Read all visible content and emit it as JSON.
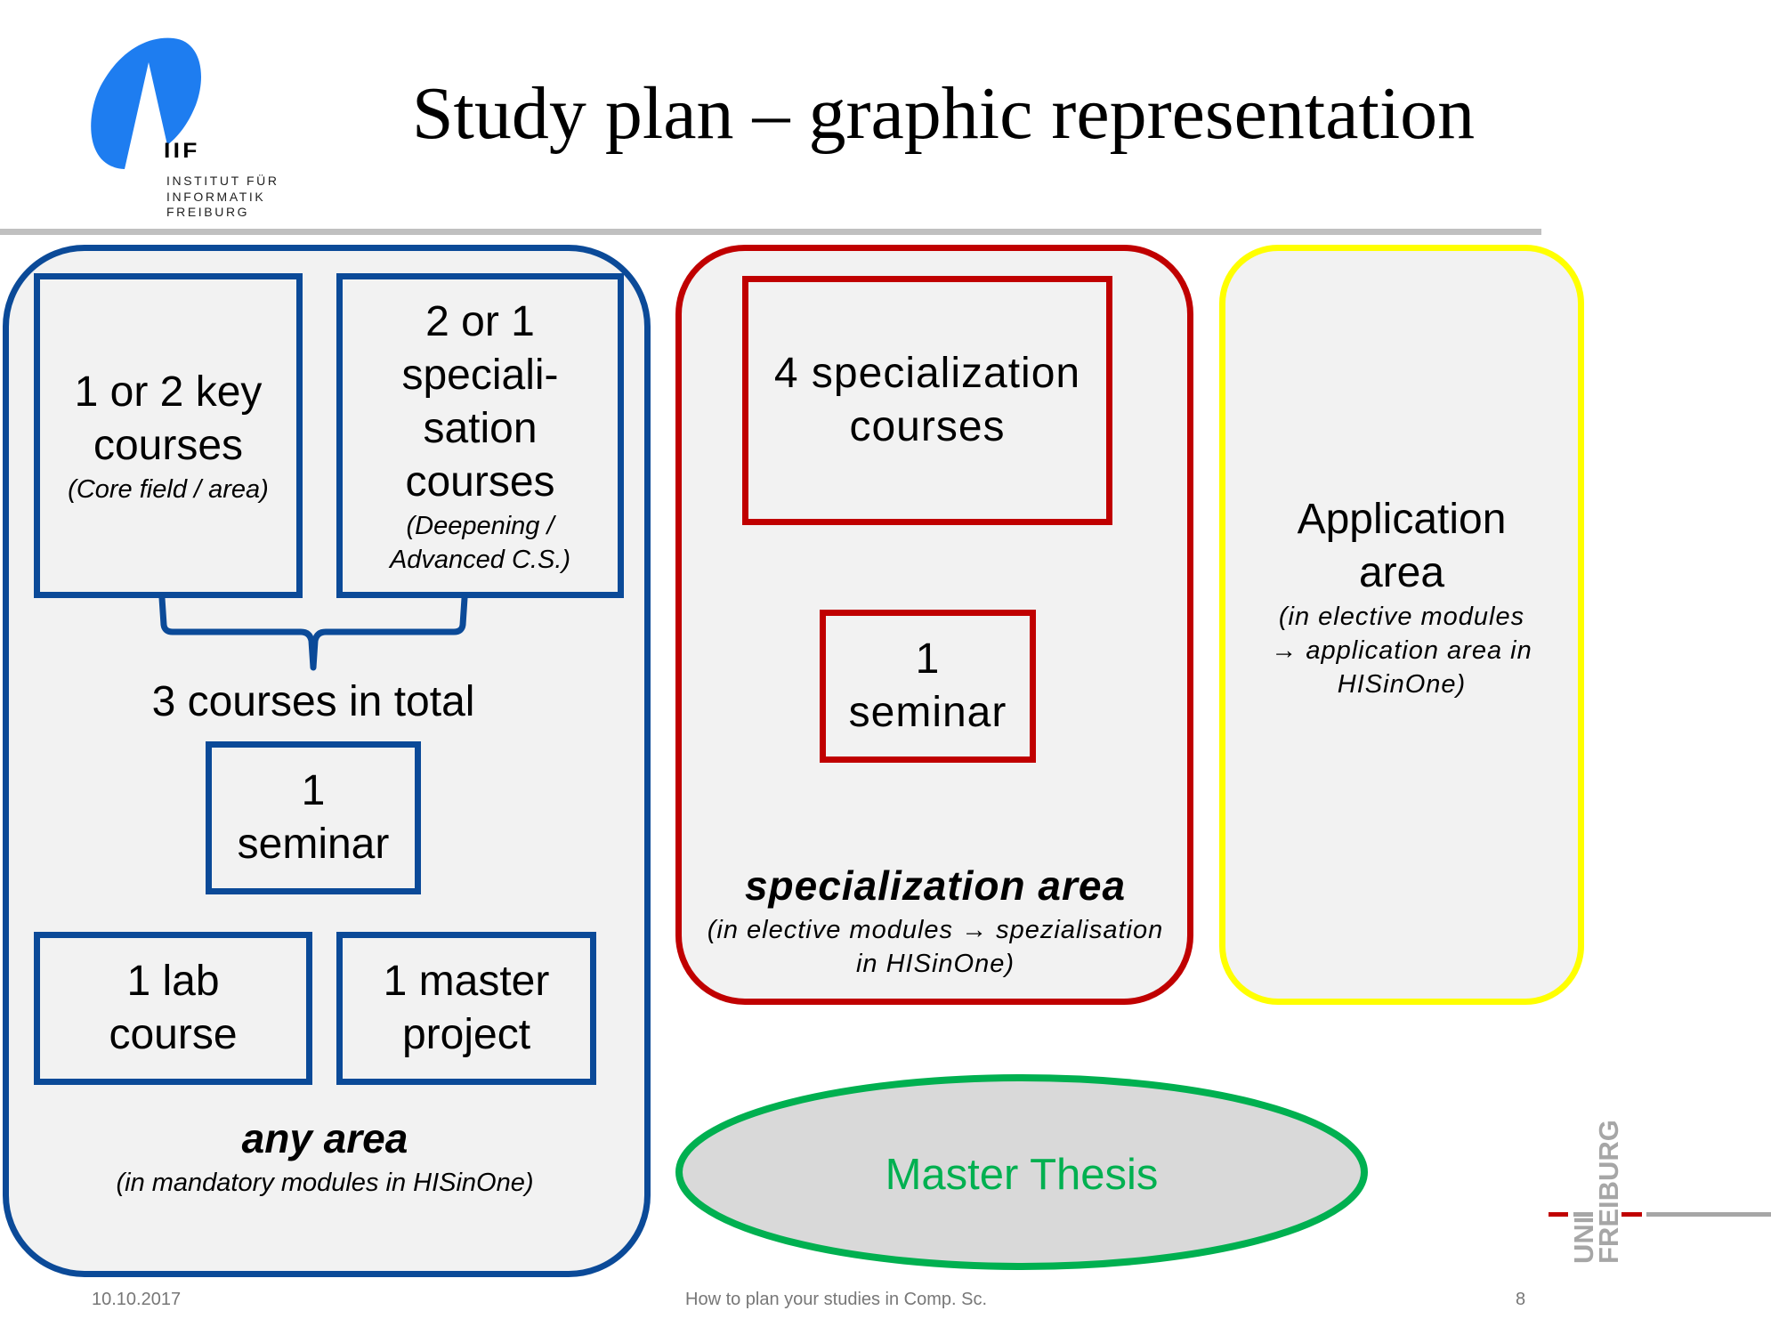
{
  "header": {
    "logo": {
      "icon": "iif-logo-icon",
      "abbr": "IIF",
      "lines": [
        "INSTITUT FÜR",
        "INFORMATIK",
        "FREIBURG"
      ]
    },
    "title": "Study plan – graphic representation"
  },
  "colors": {
    "any_area": "#0b4a98",
    "specialization_area": "#c00000",
    "application_area": "#ffff00",
    "master_thesis": "#00b050",
    "box_fill": "#f2f2f2",
    "thesis_fill": "#d9d9d9"
  },
  "any_area": {
    "key_courses": {
      "lines": [
        "1 or 2 key",
        "courses"
      ],
      "note": "(Core field / area)"
    },
    "specialisation_courses": {
      "lines": [
        "2 or 1",
        "speciali-",
        "sation",
        "courses"
      ],
      "note_lines": [
        "(Deepening /",
        "Advanced C.S.)"
      ]
    },
    "total_label": "3 courses in total",
    "seminar": {
      "lines": [
        "1",
        "seminar"
      ]
    },
    "lab_course": {
      "lines": [
        "1 lab",
        "course"
      ]
    },
    "master_project": {
      "lines": [
        "1 master",
        "project"
      ]
    },
    "title": "any area",
    "subtitle": "(in mandatory modules in HISinOne)"
  },
  "specialization_area": {
    "courses": {
      "lines": [
        "4 specialization",
        "courses"
      ]
    },
    "seminar": {
      "lines": [
        "1",
        "seminar"
      ]
    },
    "title": "specialization area",
    "subtitle_lines": [
      "(in elective modules  → spezialisation",
      "in HISinOne)"
    ]
  },
  "application_area": {
    "title_lines": [
      "Application",
      "area"
    ],
    "note_lines": [
      "(in elective modules",
      "→ application area in",
      "HISinOne)"
    ]
  },
  "master_thesis": {
    "label": "Master Thesis"
  },
  "footer": {
    "date": "10.10.2017",
    "center": "How to plan your studies in Comp. Sc.",
    "page": "8"
  },
  "uni_logo": {
    "top_word": "FREIBURG",
    "bottom_word": "UNI"
  }
}
